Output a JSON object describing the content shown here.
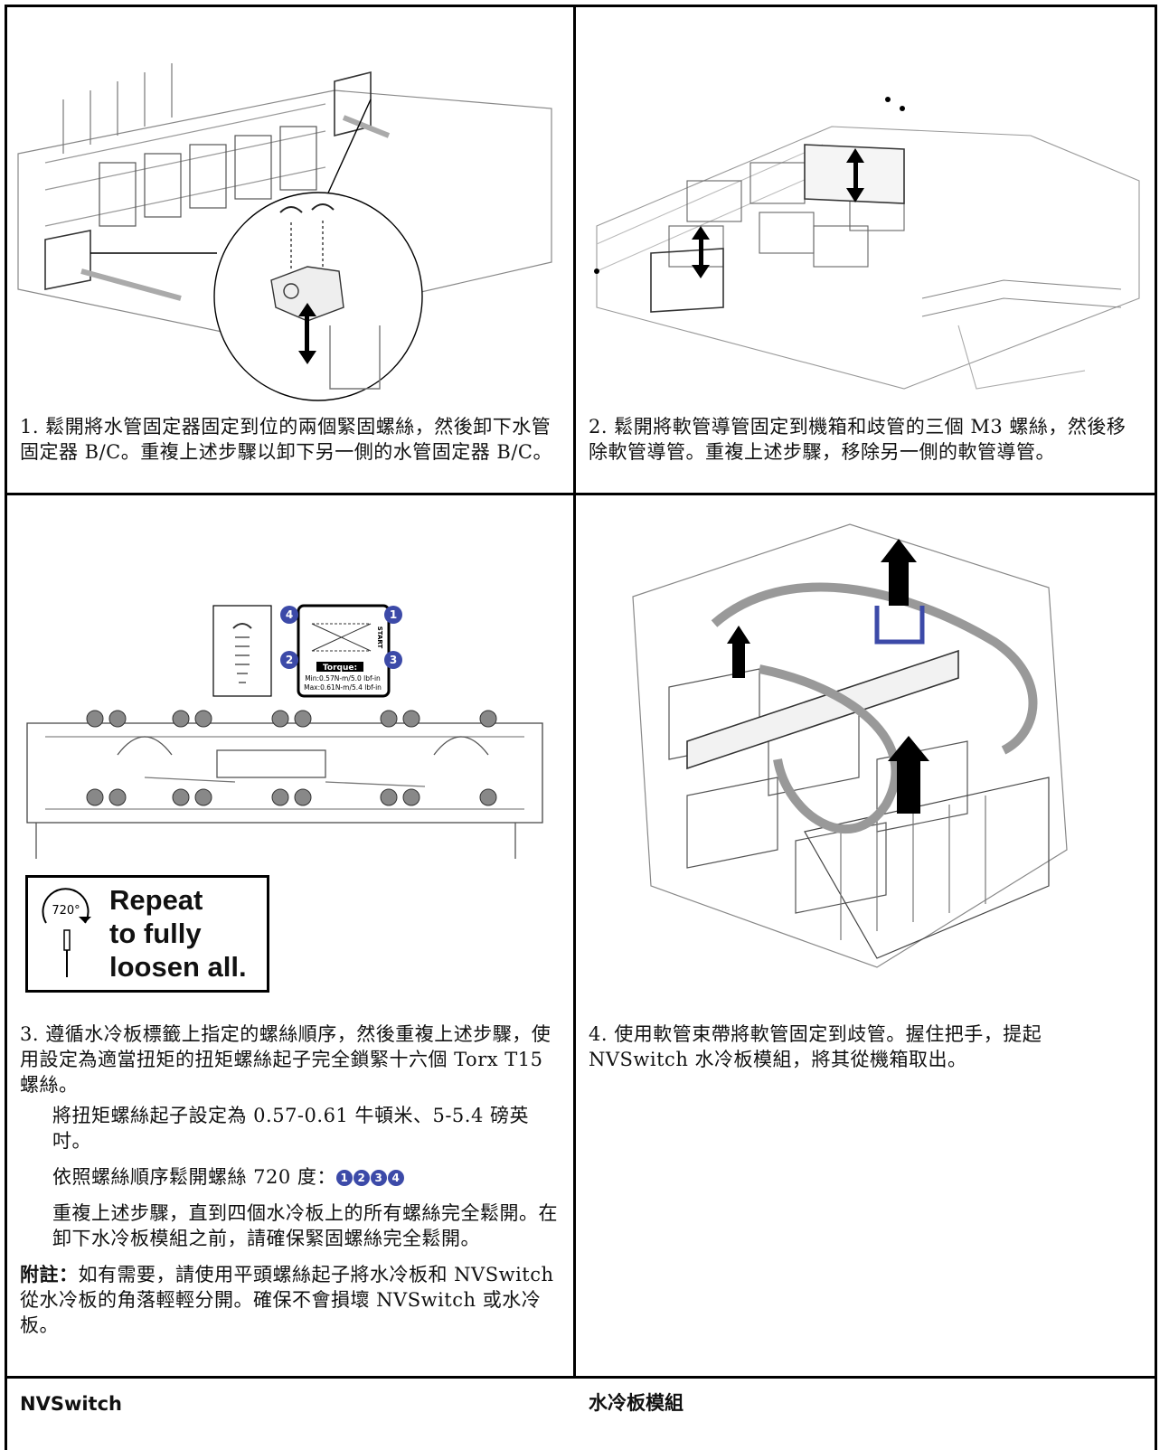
{
  "steps": [
    {
      "text": "1. 鬆開將水管固定器固定到位的兩個緊固螺絲，然後卸下水管固定器 B/C。重複上述步驟以卸下另一側的水管固定器 B/C。"
    },
    {
      "text": "2. 鬆開將軟管導管固定到機箱和歧管的三個 M3 螺絲，然後移除軟管導管。重複上述步驟，移除另一側的軟管導管。"
    },
    {
      "text": "3. 遵循水冷板標籤上指定的螺絲順序，然後重複上述步驟，使用設定為適當扭矩的扭矩螺絲起子完全鎖緊十六個 Torx T15 螺絲。",
      "sub1": "將扭矩螺絲起子設定為 0.57-0.61 牛頓米、5-5.4 磅英吋。",
      "sub2": "依照螺絲順序鬆開螺絲 720 度：",
      "sub2_badges": [
        "1",
        "2",
        "3",
        "4"
      ],
      "sub3": "重複上述步驟，直到四個水冷板上的所有螺絲完全鬆開。在卸下水冷板模組之前，請確保緊固螺絲完全鬆開。",
      "note_label": "附註：",
      "note_text": "如有需要，請使用平頭螺絲起子將水冷板和 NVSwitch 從水冷板的角落輕輕分開。確保不會損壞 NVSwitch 或水冷板。"
    },
    {
      "text": "4. 使用軟管束帶將軟管固定到歧管。握住把手，提起 NVSwitch 水冷板模組，將其從機箱取出。"
    }
  ],
  "label_card": {
    "torque_title": "Torque:",
    "torque_min": "Min:0.57N-m/5.0 lbf-in",
    "torque_max": "Max:0.61N-m/5.4 lbf-in",
    "start": "START",
    "numbers": [
      "1",
      "2",
      "3",
      "4"
    ]
  },
  "repeat_box": {
    "angle": "720°",
    "line1": "Repeat",
    "line2": "to fully",
    "line3": "loosen all."
  },
  "footer": {
    "left": "NVSwitch",
    "right": "水冷板模組"
  },
  "colors": {
    "badge": "#3c4aa8",
    "line": "#000000"
  }
}
